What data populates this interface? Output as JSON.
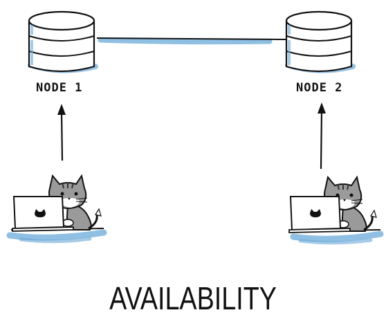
{
  "nodes": [
    {
      "label": "NODE 1"
    },
    {
      "label": "NODE 2"
    }
  ],
  "title": "AVAILABILITY",
  "colors": {
    "ink": "#111111",
    "shadow_blue": "#6aa9d8",
    "db_fill": "#ffffff",
    "cat_gray": "#9a9a9a"
  }
}
